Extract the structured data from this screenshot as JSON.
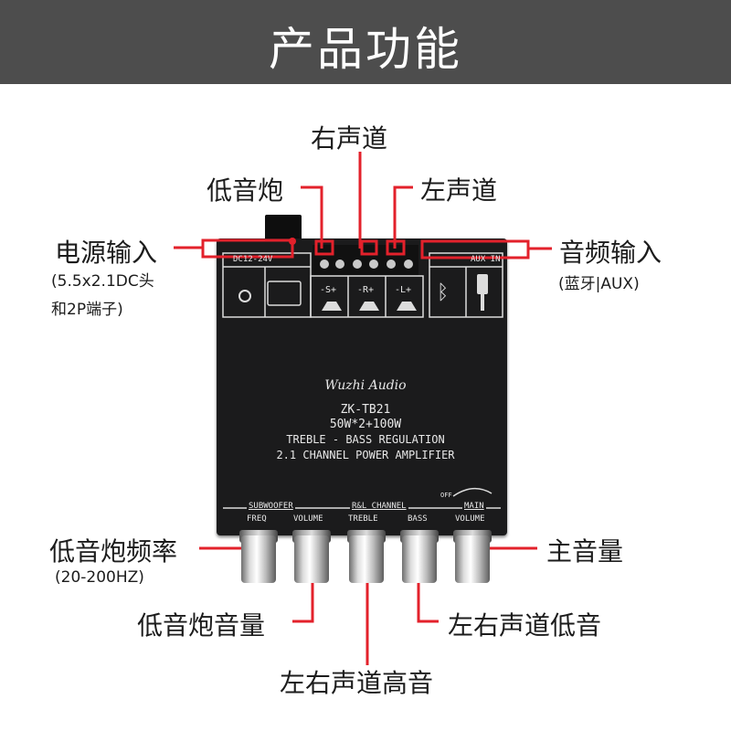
{
  "header": {
    "title": "产品功能"
  },
  "labels": {
    "right_channel": "右声道",
    "subwoofer": "低音炮",
    "left_channel": "左声道",
    "power_input": "电源输入",
    "power_input_note_1": "(5.5x2.1DC头",
    "power_input_note_2": "和2P端子)",
    "audio_input": "音频输入",
    "audio_input_note": "(蓝牙|AUX)",
    "sub_freq": "低音炮频率",
    "sub_freq_note": "(20-200HZ)",
    "main_volume": "主音量",
    "sub_volume": "低音炮音量",
    "lr_bass": "左右声道低音",
    "lr_treble": "左右声道高音"
  },
  "board": {
    "brand": "Wuzhi Audio",
    "model": "ZK-TB21",
    "power": "50W*2+100W",
    "line1": "TREBLE - BASS REGULATION",
    "line2": "2.1 CHANNEL POWER AMPLIFIER",
    "dc_label": "DC12-24V",
    "aux_label": "AUX IN",
    "subwoofer_group": "SUBWOOFER",
    "rl_group": "R&L CHANNEL",
    "main_group": "MAIN",
    "freq": "FREQ",
    "volume": "VOLUME",
    "treble": "TREBLE",
    "bass": "BASS",
    "main_volume": "VOLUME",
    "off": "OFF",
    "spk_s": "-S+",
    "spk_r": "-R+",
    "spk_l": "-L+"
  },
  "colors": {
    "header_bg": "#4d4d4d",
    "pointer": "#e3212b",
    "board": "#1b1b1c"
  }
}
